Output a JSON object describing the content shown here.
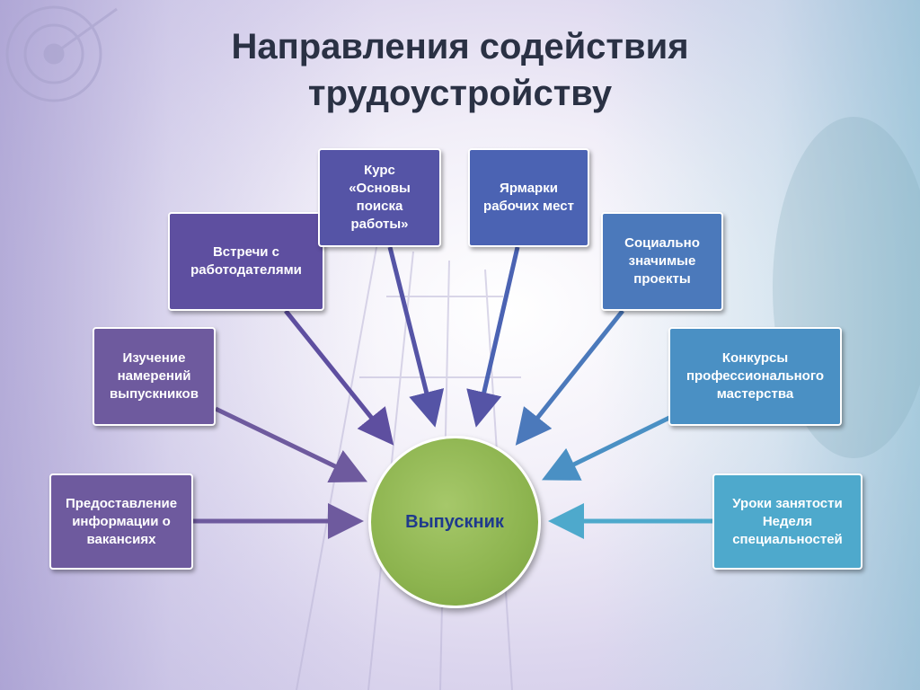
{
  "title": {
    "line1": "Направления содействия",
    "line2": "трудоустройству"
  },
  "center": {
    "label": "Выпускник"
  },
  "nodes": [
    {
      "id": "info-vacancies",
      "label": "Предоставление\nинформации о\nвакансиях",
      "color": "#6e5a9e"
    },
    {
      "id": "graduate-intentions",
      "label": "Изучение\nнамерений\nвыпускников",
      "color": "#6e5a9e"
    },
    {
      "id": "employer-meetings",
      "label": "Встречи с\nработодателями",
      "color": "#5e4fa0"
    },
    {
      "id": "job-search-course",
      "label": "Курс\n«Основы\nпоиска\nработы»",
      "color": "#5554a6"
    },
    {
      "id": "job-fairs",
      "label": "Ярмарки\nрабочих мест",
      "color": "#4b63b3"
    },
    {
      "id": "social-projects",
      "label": "Социально\nзначимые\nпроекты",
      "color": "#4b79bb"
    },
    {
      "id": "skills-contests",
      "label": "Конкурсы\nпрофессионального\nмастерства",
      "color": "#4a90c4"
    },
    {
      "id": "employment-lessons",
      "label": "Уроки занятости\nНеделя\nспециальностей",
      "color": "#4ea9cc"
    }
  ],
  "colors": {
    "hub_fill": "#8db44f",
    "hub_text": "#1f3a8c",
    "title_text": "#2a3144"
  }
}
